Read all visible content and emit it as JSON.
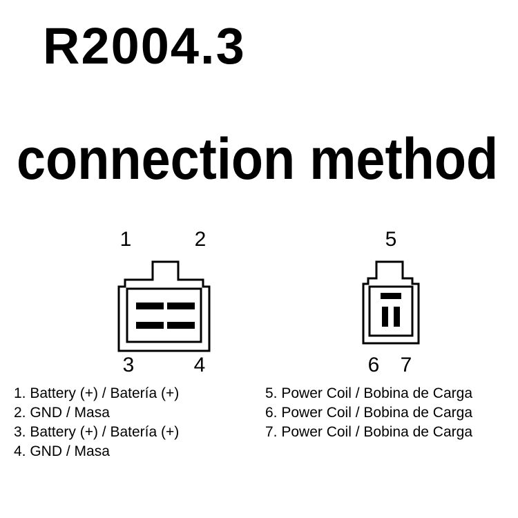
{
  "header": {
    "model": "R2004.3",
    "title": "connection method"
  },
  "pins": {
    "p1": "1",
    "p2": "2",
    "p3": "3",
    "p4": "4",
    "p5": "5",
    "p6": "6",
    "p7": "7"
  },
  "legend": {
    "left": [
      "1. Battery (+) / Batería (+)",
      "2. GND / Masa",
      "3. Battery (+) / Batería (+)",
      "4. GND / Masa"
    ],
    "right": [
      "5. Power Coil / Bobina de Carga",
      "6. Power Coil / Bobina de Carga",
      "7. Power Coil / Bobina de Carga"
    ]
  },
  "colors": {
    "background": "#ffffff",
    "ink": "#000000"
  }
}
